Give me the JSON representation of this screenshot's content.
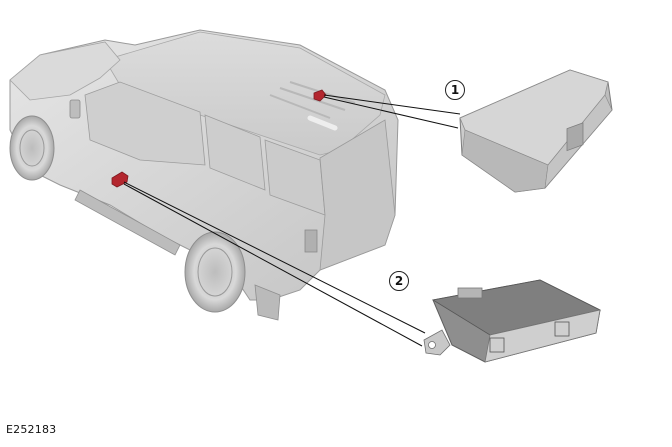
{
  "diagram": {
    "reference_id": "E252183",
    "subject": "vehicle-component-locations",
    "colors": {
      "background": "#ffffff",
      "vehicle_body": "#d4d4d4",
      "component_marker": "#b3262e",
      "leader_line": "#111111",
      "callout_border": "#222222"
    },
    "callouts": [
      {
        "number": "1",
        "label": "1",
        "component": "roof-mounted module (rear roof area)"
      },
      {
        "number": "2",
        "label": "2",
        "component": "side body-mounted module with bracket (behind front door)"
      }
    ]
  }
}
